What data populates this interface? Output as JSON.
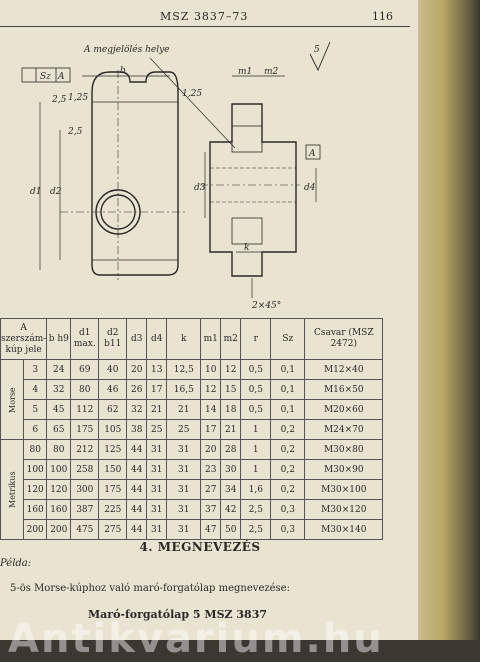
{
  "header": {
    "standard": "MSZ 3837–73",
    "page_number": "116"
  },
  "drawing": {
    "label_a_marking": "A megjelölés helye",
    "label_b": "b",
    "label_m1": "m1",
    "label_m2": "m2",
    "label_sz": "Sz",
    "label_a": "A",
    "label_125_a": "1,25",
    "label_125_b": "1,25",
    "label_25_a": "2,5",
    "label_25_b": "2,5",
    "label_d1": "d1",
    "label_d2": "d2",
    "label_d3": "d3",
    "label_d4": "d4",
    "label_k": "k",
    "label_chamfer": "2×45°",
    "label_roughness": "5"
  },
  "table": {
    "headers": [
      "A szerszám-kúp jele",
      "b h9",
      "d1 max.",
      "d2 b11",
      "d3",
      "d4",
      "k",
      "m1",
      "m2",
      "r",
      "Sz",
      "Csavar (MSZ 2472)"
    ],
    "group_morse": "Morse",
    "group_metrikus": "Metrikus",
    "rows": [
      [
        "3",
        "24",
        "69",
        "40",
        "20",
        "13",
        "12,5",
        "10",
        "12",
        "0,5",
        "0,1",
        "M12×40"
      ],
      [
        "4",
        "32",
        "80",
        "46",
        "26",
        "17",
        "16,5",
        "12",
        "15",
        "0,5",
        "0,1",
        "M16×50"
      ],
      [
        "5",
        "45",
        "112",
        "62",
        "32",
        "21",
        "21",
        "14",
        "18",
        "0,5",
        "0,1",
        "M20×60"
      ],
      [
        "6",
        "65",
        "175",
        "105",
        "38",
        "25",
        "25",
        "17",
        "21",
        "1",
        "0,2",
        "M24×70"
      ],
      [
        "80",
        "80",
        "212",
        "125",
        "44",
        "31",
        "31",
        "20",
        "28",
        "1",
        "0,2",
        "M30×80"
      ],
      [
        "100",
        "100",
        "258",
        "150",
        "44",
        "31",
        "31",
        "23",
        "30",
        "1",
        "0,2",
        "M30×90"
      ],
      [
        "120",
        "120",
        "300",
        "175",
        "44",
        "31",
        "31",
        "27",
        "34",
        "1,6",
        "0,2",
        "M30×100"
      ],
      [
        "160",
        "160",
        "387",
        "225",
        "44",
        "31",
        "31",
        "37",
        "42",
        "2,5",
        "0,3",
        "M30×120"
      ],
      [
        "200",
        "200",
        "475",
        "275",
        "44",
        "31",
        "31",
        "47",
        "50",
        "2,5",
        "0,3",
        "M30×140"
      ]
    ]
  },
  "section_title": "4. MEGNEVEZÉS",
  "text_lead": "Példa:",
  "text_example": "5-ös Morse-kúphoz való maró-forgatólap megnevezése:",
  "text_designation": "Maró-forgatólap 5 MSZ 3837",
  "watermark": "Antikvarium.hu"
}
